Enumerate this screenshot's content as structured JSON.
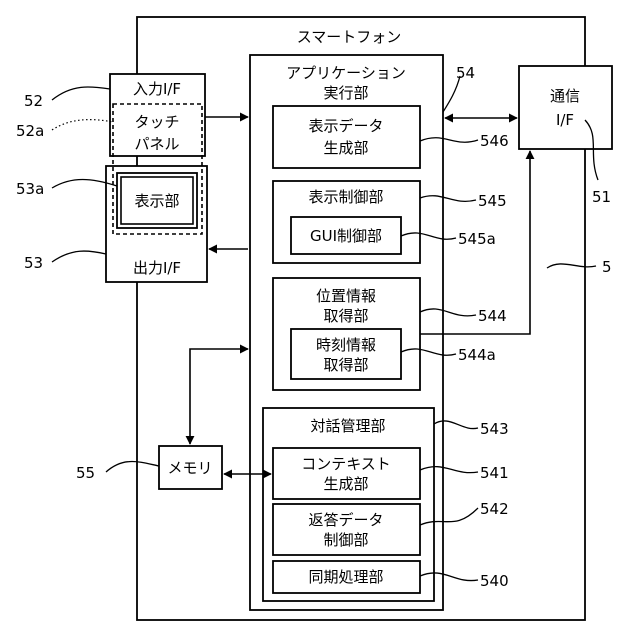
{
  "smartphone": {
    "label": "スマートフォン",
    "ref": "5"
  },
  "app_unit": {
    "label_line1": "アプリケーション",
    "label_line2": "実行部",
    "ref": "54"
  },
  "display_data_gen": {
    "line1": "表示データ",
    "line2": "生成部",
    "ref": "546"
  },
  "display_control": {
    "label": "表示制御部",
    "ref": "545"
  },
  "gui_control": {
    "label": "GUI制御部",
    "ref": "545a"
  },
  "position_info": {
    "line1": "位置情報",
    "line2": "取得部",
    "ref": "544"
  },
  "time_info": {
    "line1": "時刻情報",
    "line2": "取得部",
    "ref": "544a"
  },
  "dialog_manager": {
    "label": "対話管理部",
    "ref": "543"
  },
  "context_gen": {
    "line1": "コンテキスト",
    "line2": "生成部",
    "ref": "541"
  },
  "reply_data": {
    "line1": "返答データ",
    "line2": "制御部",
    "ref": "542"
  },
  "sync": {
    "label": "同期処理部",
    "ref": "540"
  },
  "input_if": {
    "label": "入力I/F",
    "ref": "52"
  },
  "touch_panel": {
    "line1": "タッチ",
    "line2": "パネル",
    "ref": "52a"
  },
  "display": {
    "label": "表示部",
    "ref": "53a"
  },
  "output_if": {
    "label": "出力I/F",
    "ref": "53"
  },
  "comm_if": {
    "line1": "通信",
    "line2": "I/F",
    "ref": "51"
  },
  "memory": {
    "label": "メモリ",
    "ref": "55"
  }
}
